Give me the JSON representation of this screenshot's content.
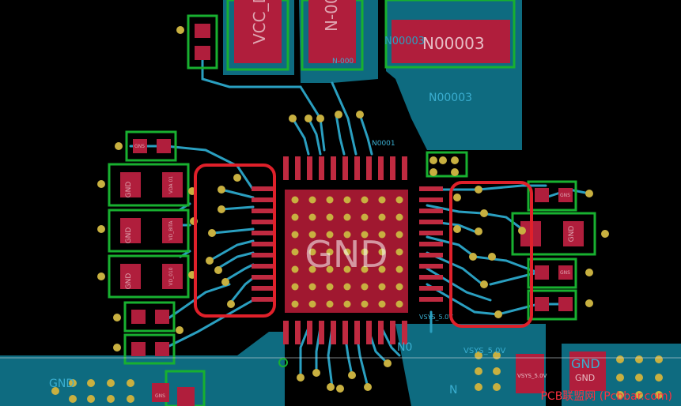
{
  "colors": {
    "background": "#000000",
    "copper_pour": "#0e6b80",
    "copper_pour_light": "#1a8aa0",
    "trace": "#2a9fc0",
    "pad": "#b01e3c",
    "silk": "#18b030",
    "via": "#c8b040",
    "highlight": "#e0202a",
    "pin": "#c02a40"
  },
  "labels": {
    "vcc": "VCC_D",
    "n00_top": "N-00",
    "n00003_big": "N00003",
    "n00003_ghost": "N00003",
    "n00003_pour": "N00003",
    "n000_small": "N-000",
    "n0001": "N0001",
    "gnd_center": "GND",
    "gnd_pad_1": "GND",
    "gnd_pad_2": "GND",
    "gnd_pad_3": "GND",
    "gnd_pad_right": "GND",
    "gnd_small_1": "GNS",
    "gnd_small_2": "GNS",
    "gnd_small_3": "GNS",
    "gnd_small_4": "GNS",
    "gnd_bottom_left": "GND",
    "gnd_bottom_right": "GND",
    "gnd_bottom_pad": "GND",
    "vsys_bottom": "VSYS_5.0V",
    "vsys_pad": "VSYS_5.0V",
    "vsys_small": "VSYS_5.0V",
    "n0_bottom": "N0",
    "n_bottom": "N",
    "vd_a": "VDA 01",
    "vd_b": "VD_BITA",
    "vd_c": "VD_010",
    "watermark": "PCB联盟网 (Pcbbar.com)"
  }
}
